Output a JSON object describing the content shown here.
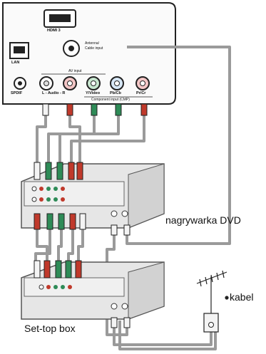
{
  "panel": {
    "hdmi_label": "HDMI 3",
    "lan_label": "LAN",
    "spdif_label": "SPDIF",
    "antenna_label": "Antenna/\nCable input",
    "av_input_label": "AV input",
    "audio_labels": "L - Audio - R",
    "video_label": "Y/Video",
    "pb_label": "Pb/Cb",
    "pr_label": "Pr/Cr",
    "component_label": "Component input (CMP)"
  },
  "labels": {
    "dvd_recorder": "nagrywarka DVD",
    "set_top_box": "Set-top box",
    "cable": "kabel"
  },
  "colors": {
    "red_plug": "#c0392b",
    "green_plug": "#2e8b57",
    "white_plug": "#f4f4f4",
    "cable": "#9a9a9a",
    "device_body": "#e6e6e6"
  }
}
